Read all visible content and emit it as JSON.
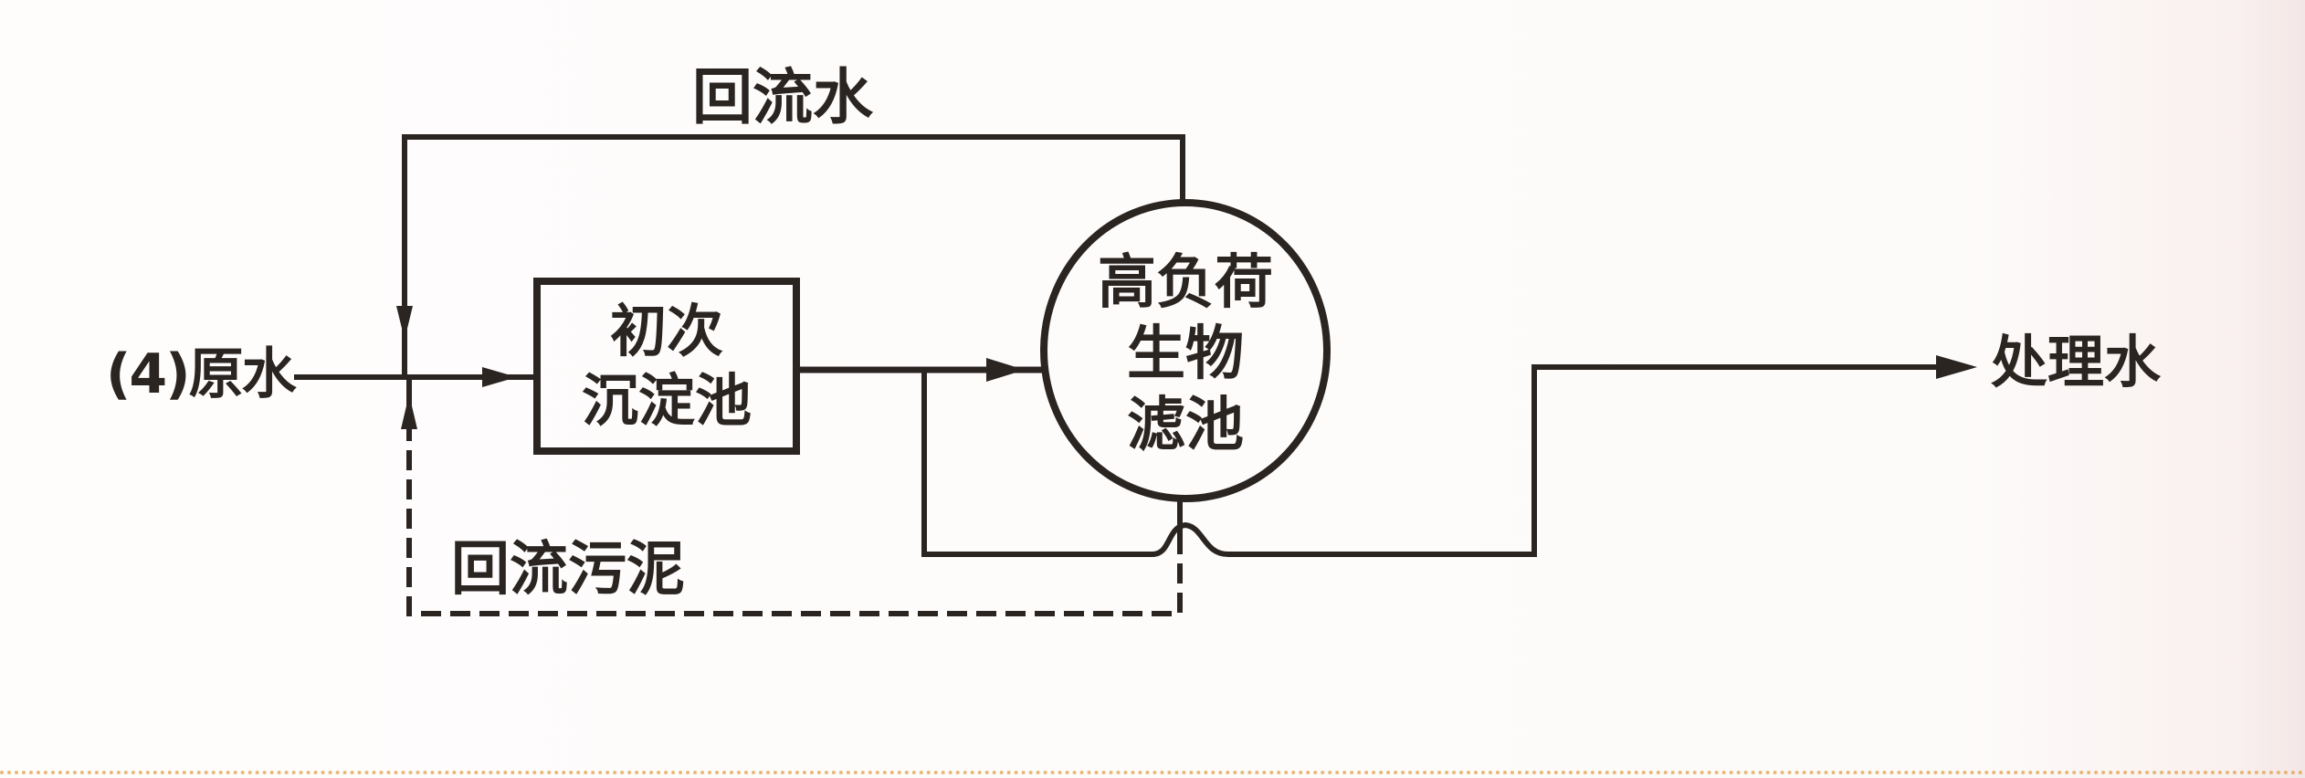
{
  "figure": {
    "number_label": "(4)原水",
    "nodes": {
      "primary_clarifier": {
        "line1": "初次",
        "line2": "沉淀池"
      },
      "high_rate_biofilter": {
        "line1": "高负荷",
        "line2": "生物",
        "line3": "滤池"
      }
    },
    "flows": {
      "raw_water": "(4)原水",
      "recycle_water": "回流水",
      "recycle_sludge": "回流污泥",
      "treated_water": "处理水"
    },
    "colors": {
      "ink": "#2b2522",
      "paper": "#fefcfb",
      "bottom_dots": "#e2a24a"
    }
  }
}
